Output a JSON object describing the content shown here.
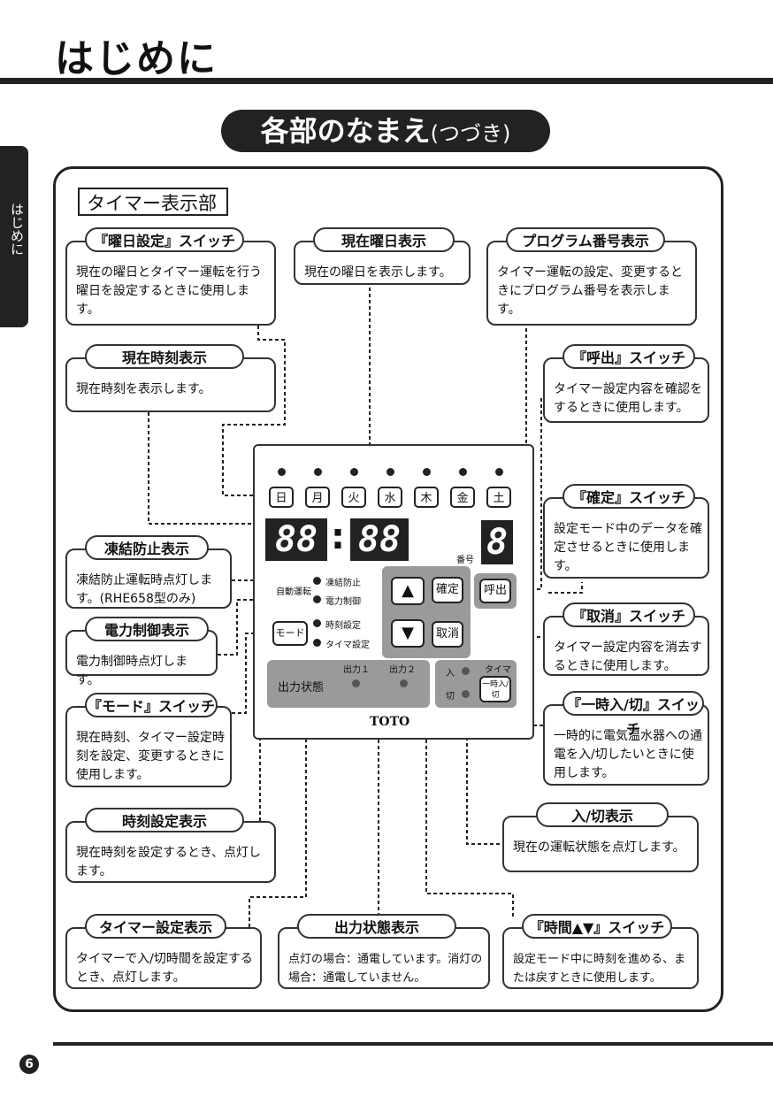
{
  "header": {
    "title": "はじめに",
    "side_tab": "はじめに"
  },
  "section": {
    "title": "各部のなまえ",
    "subtitle": "(つづき)"
  },
  "part_title": "タイマー表示部",
  "callouts": {
    "youbi_switch": {
      "label": "『曜日設定』スイッチ",
      "text": "現在の曜日とタイマー運転を行う曜日を設定するときに使用します。"
    },
    "genzai_youbi": {
      "label": "現在曜日表示",
      "text": "現在の曜日を表示します。"
    },
    "program_num": {
      "label": "プログラム番号表示",
      "text": "タイマー運転の設定、変更するときにプログラム番号を表示します。"
    },
    "genzai_jikoku": {
      "label": "現在時刻表示",
      "text": "現在時刻を表示します。"
    },
    "yobidashi": {
      "label": "『呼出』スイッチ",
      "text": "タイマー設定内容を確認をするときに使用します。"
    },
    "kakutei": {
      "label": "『確定』スイッチ",
      "text": "設定モード中のデータを確定させるときに使用します。"
    },
    "touketsu": {
      "label": "凍結防止表示",
      "text": "凍結防止運転時点灯します。(RHE658型のみ)"
    },
    "torikeshi": {
      "label": "『取消』スイッチ",
      "text": "タイマー設定内容を消去するときに使用します。"
    },
    "denryoku": {
      "label": "電力制御表示",
      "text": "電力制御時点灯します。"
    },
    "ichiji": {
      "label": "『一時入/切』スイッチ",
      "text": "一時的に電気温水器への通電を入/切したいときに使用します。"
    },
    "mode": {
      "label": "『モード』スイッチ",
      "text": "現在時刻、タイマー設定時刻を設定、変更するときに使用します。"
    },
    "iri_kiri": {
      "label": "入/切表示",
      "text": "現在の運転状態を点灯します。"
    },
    "jikoku_settei": {
      "label": "時刻設定表示",
      "text": "現在時刻を設定するとき、点灯します。"
    },
    "timer_settei": {
      "label": "タイマー設定表示",
      "text": "タイマーで入/切時間を設定するとき、点灯します。"
    },
    "shutsuryoku": {
      "label": "出力状態表示",
      "text": "点灯の場合：通電しています。消灯の場合：通電していません。"
    },
    "jikan": {
      "label": "『時間▲▼』スイッチ",
      "text": "設定モード中に時刻を進める、または戻すときに使用します。"
    }
  },
  "panel": {
    "days": [
      "日",
      "月",
      "火",
      "水",
      "木",
      "金",
      "土"
    ],
    "digits_hour": "88",
    "colon": ":",
    "digits_min": "88",
    "program_digit": "8",
    "bangou": "番号",
    "touketsu_label": "凍結防止",
    "jidou_label": "自動運転",
    "denryoku_label": "電力制御",
    "mode_btn": "モード",
    "jikoku_label": "時刻設定",
    "timer_label": "タイマ設定",
    "up": "▲",
    "down": "▼",
    "kakutei": "確定",
    "torikeshi": "取消",
    "yobidashi": "呼出",
    "shutsuryoku_label": "出力状態",
    "out1": "出力１",
    "out2": "出力２",
    "iri": "入",
    "kiri": "切",
    "taima": "タイマ",
    "ichiji_btn": "一時入/切",
    "brand": "TOTO"
  },
  "page_number": "6"
}
